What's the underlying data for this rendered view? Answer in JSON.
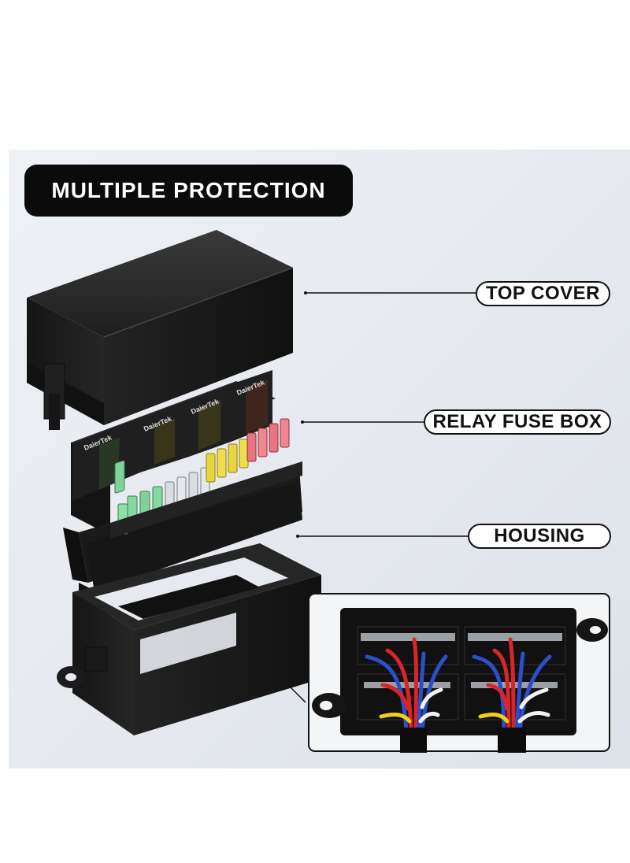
{
  "title": "MULTIPLE PROTECTION",
  "labels": {
    "top_cover": "TOP COVER",
    "relay_fuse_box": "RELAY FUSE BOX",
    "housing": "HOUSING"
  },
  "relay_brand": "DaierTek",
  "colors": {
    "background": "#e6eaf0",
    "product_black": "#1c1c1c",
    "fuse_green": "#7fd39a",
    "fuse_white": "#d9dde2",
    "fuse_yellow": "#e8d640",
    "fuse_red": "#e8747f",
    "wire_red": "#d9242a",
    "wire_blue": "#2b4fc8",
    "wire_white": "#f2f2f2",
    "wire_yellow": "#f2cf1d"
  }
}
